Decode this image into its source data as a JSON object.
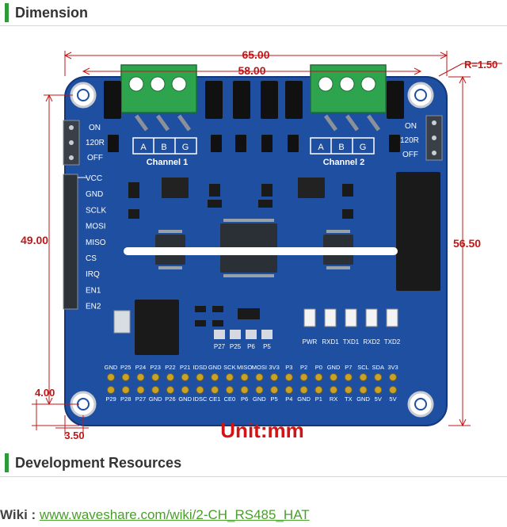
{
  "dimension_section": {
    "title": "Dimension"
  },
  "development_section": {
    "title": "Development Resources"
  },
  "wiki": {
    "label": "Wiki :",
    "link_text": "www.waveshare.com/wiki/2-CH_RS485_HAT"
  },
  "dimensions": {
    "width_total": "65.00",
    "hole_span": "58.00",
    "radius": "R=1.50",
    "height_holes": "49.00",
    "height_total": "56.50",
    "hole_offset_y": "4.00",
    "hole_offset_x": "3.50",
    "unit": "Unit:mm"
  },
  "board": {
    "channel1": "Channel 1",
    "channel2": "Channel 2",
    "terminal_labels": [
      "A",
      "B",
      "G"
    ],
    "switch_labels": [
      "ON",
      "120R",
      "OFF"
    ],
    "left_pins": [
      "VCC",
      "GND",
      "SCLK",
      "MOSI",
      "MISO",
      "CS",
      "IRQ",
      "EN1",
      "EN2"
    ],
    "pad_labels": [
      "P27",
      "P25",
      "P6",
      "P5"
    ],
    "led_labels": [
      "PWR",
      "RXD1",
      "TXD1",
      "RXD2",
      "TXD2"
    ],
    "header_top": [
      "GND",
      "P25",
      "P24",
      "P23",
      "P22",
      "P21",
      "IDSD",
      "GND",
      "SCK",
      "MISO",
      "MOSI",
      "3V3",
      "P3",
      "P2",
      "P0",
      "GND",
      "P7",
      "SCL",
      "SDA",
      "3V3"
    ],
    "header_bottom": [
      "P29",
      "P28",
      "P27",
      "GND",
      "P26",
      "GND",
      "IDSC",
      "CE1",
      "CE0",
      "P6",
      "GND",
      "P5",
      "P4",
      "GND",
      "P1",
      "RX",
      "TX",
      "GND",
      "5V",
      "5V"
    ]
  },
  "colors": {
    "pcb": "#1f4fa0",
    "silk": "#ffffff",
    "dimension": "#c01818",
    "unit": "#d41414",
    "terminal": "#2fa44f",
    "accent": "#2e9a3a"
  }
}
